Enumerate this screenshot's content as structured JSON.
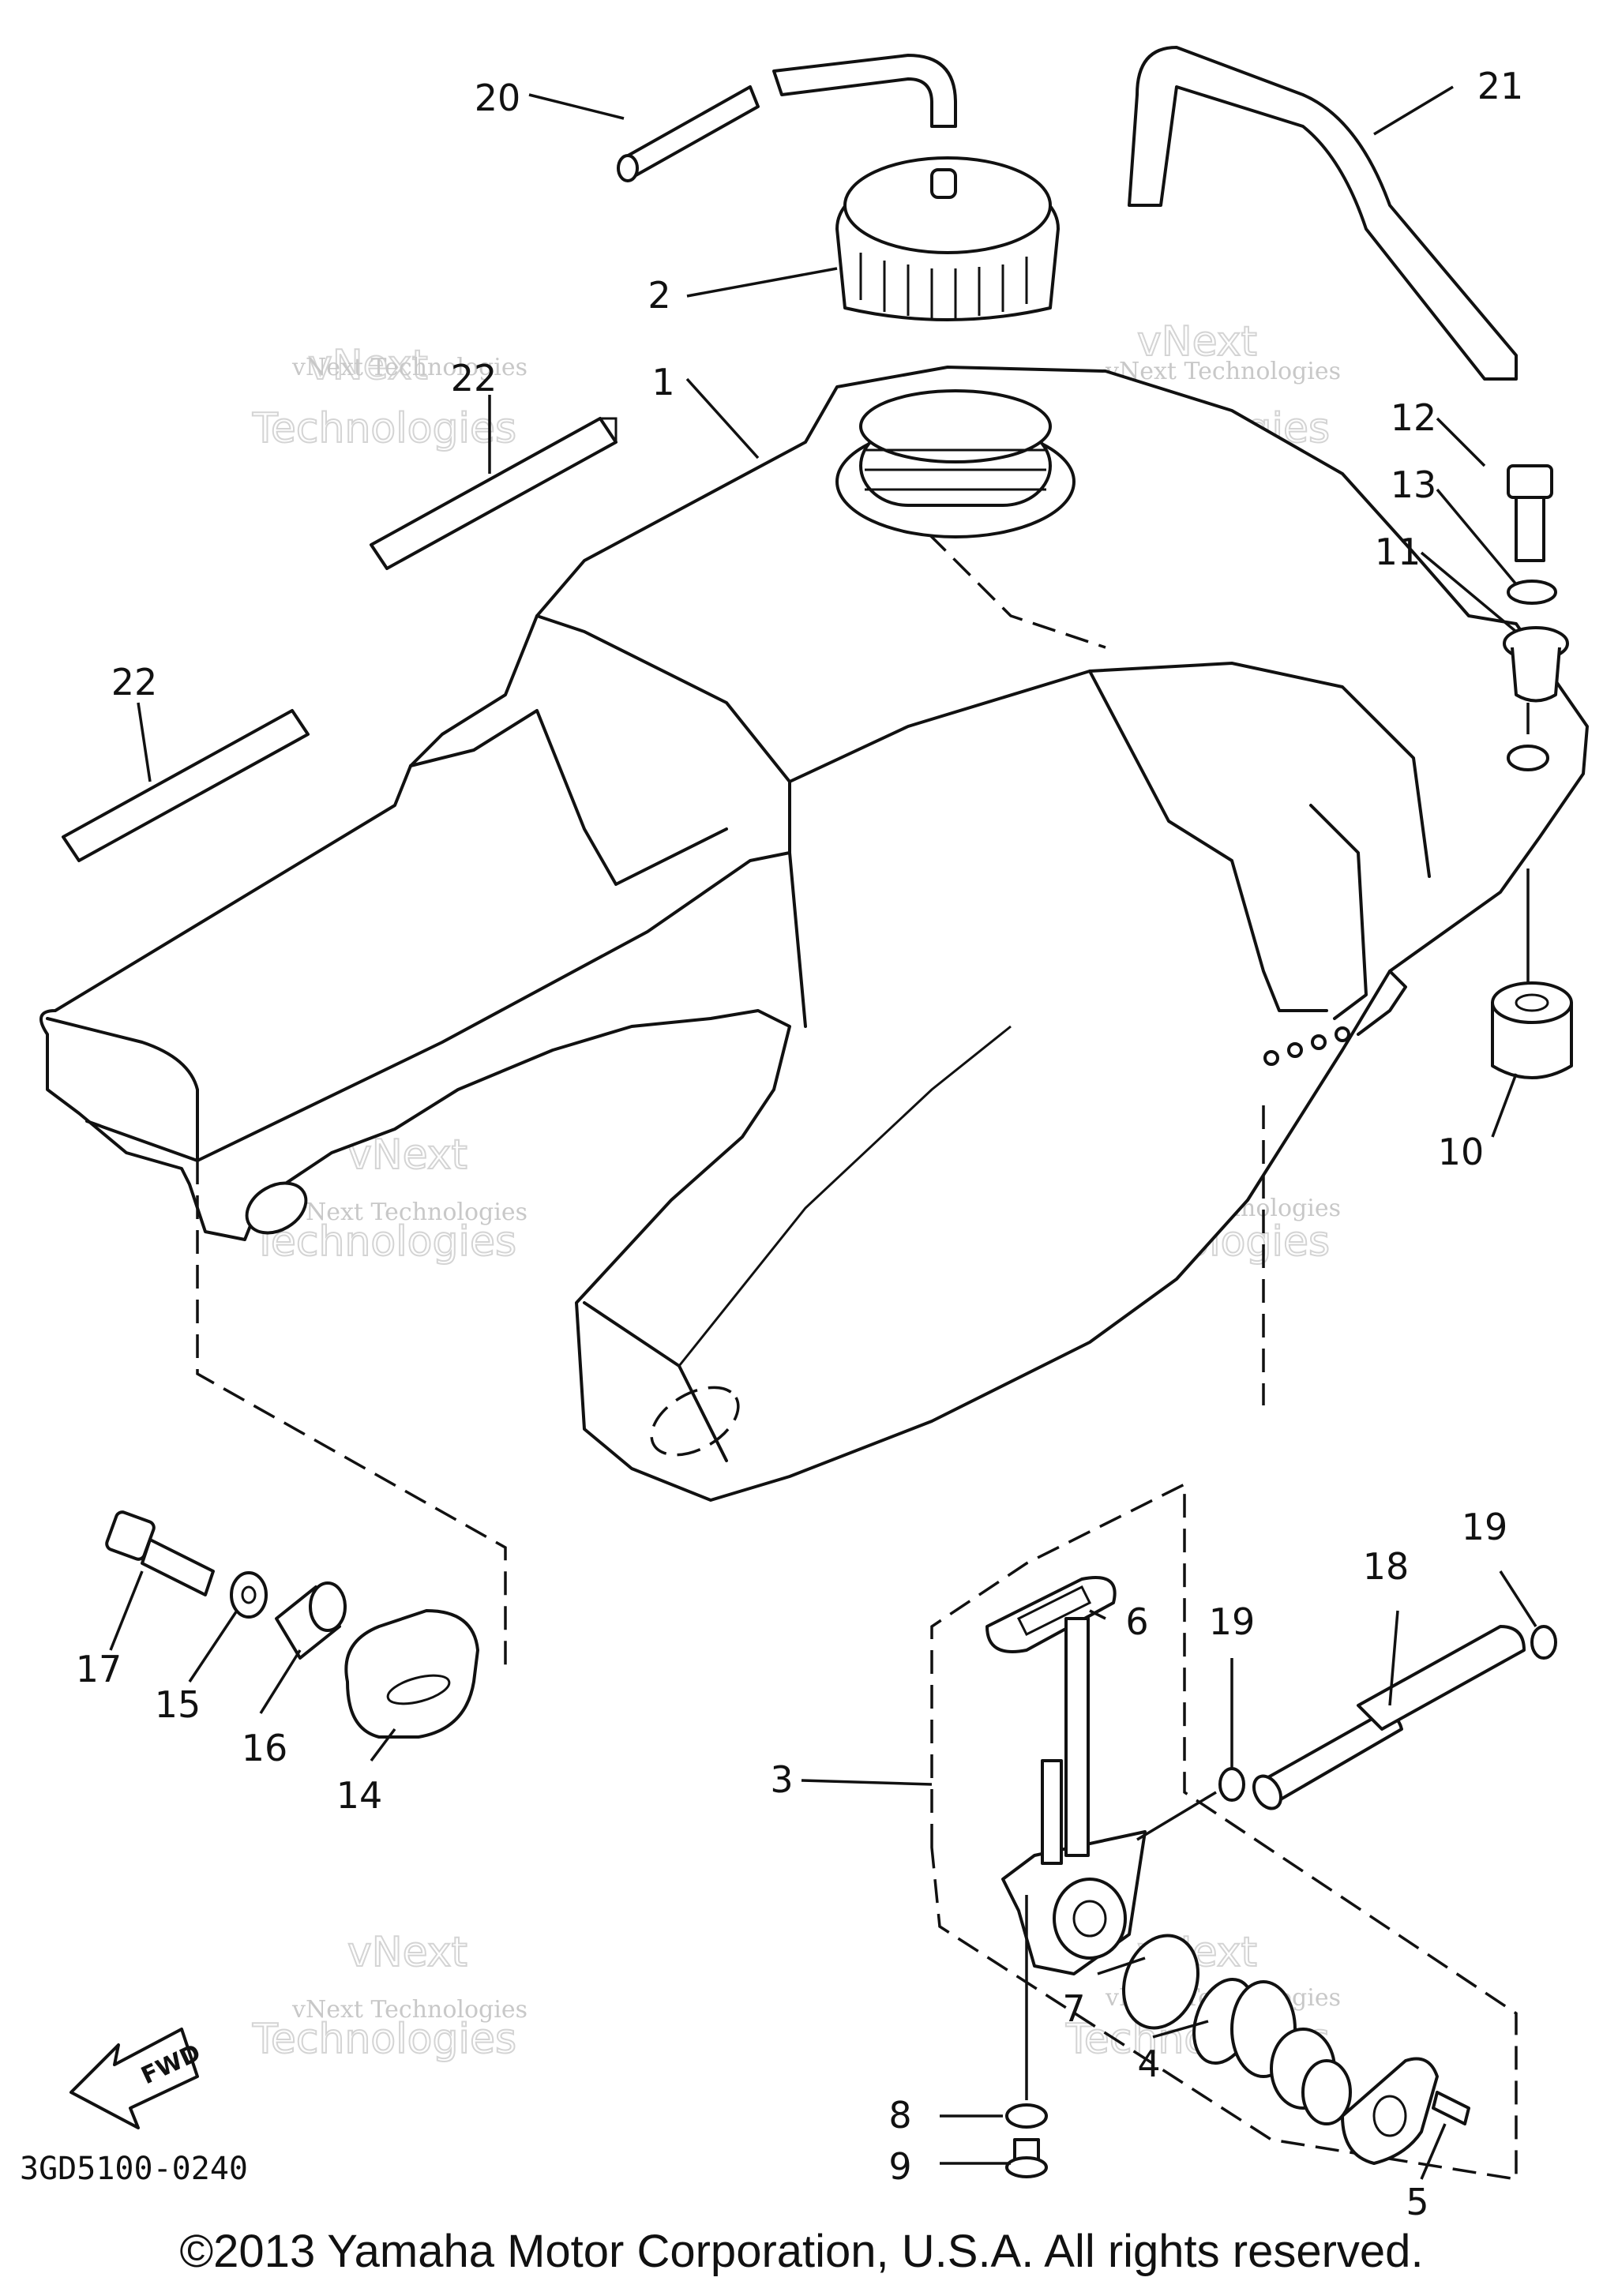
{
  "callouts": [
    {
      "id": "1",
      "label": "1"
    },
    {
      "id": "2",
      "label": "2"
    },
    {
      "id": "3",
      "label": "3"
    },
    {
      "id": "4",
      "label": "4"
    },
    {
      "id": "5",
      "label": "5"
    },
    {
      "id": "6",
      "label": "6"
    },
    {
      "id": "7",
      "label": "7"
    },
    {
      "id": "8",
      "label": "8"
    },
    {
      "id": "9",
      "label": "9"
    },
    {
      "id": "10",
      "label": "10"
    },
    {
      "id": "11",
      "label": "11"
    },
    {
      "id": "12",
      "label": "12"
    },
    {
      "id": "13",
      "label": "13"
    },
    {
      "id": "14",
      "label": "14"
    },
    {
      "id": "15",
      "label": "15"
    },
    {
      "id": "16",
      "label": "16"
    },
    {
      "id": "17",
      "label": "17"
    },
    {
      "id": "18",
      "label": "18"
    },
    {
      "id": "19a",
      "label": "19"
    },
    {
      "id": "19b",
      "label": "19"
    },
    {
      "id": "20",
      "label": "20"
    },
    {
      "id": "21",
      "label": "21"
    },
    {
      "id": "22a",
      "label": "22"
    },
    {
      "id": "22b",
      "label": "22"
    }
  ],
  "fwd_label": "FWD",
  "diagram_code": "3GD5100-0240",
  "watermark": {
    "line1": "vNext Technologies",
    "line2": "vNext",
    "line3": "Technologies"
  },
  "copyright": "©2013 Yamaha Motor Corporation, U.S.A. All rights reserved."
}
